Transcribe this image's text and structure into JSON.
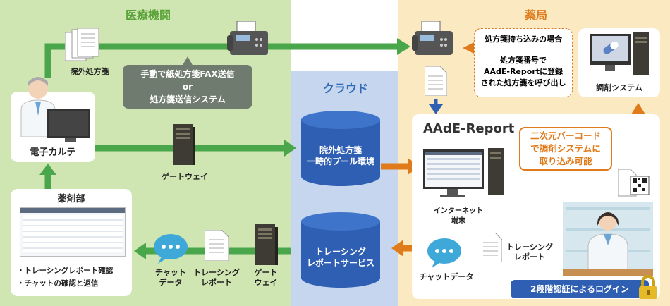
{
  "zones": {
    "medical": {
      "title": "医療機関",
      "bg": "#cfe6b2",
      "title_color": "#5aa33a"
    },
    "cloud": {
      "title": "クラウド",
      "bg": "#c5d6ee",
      "title_color": "#2f6ab8"
    },
    "pharmacy": {
      "title": "薬局",
      "bg": "#fbe9c2",
      "title_color": "#e07b1c"
    }
  },
  "medical": {
    "outpatient_prescription": "院外処方箋",
    "callout_line1": "手動で紙処方箋FAX送信",
    "callout_or": "or",
    "callout_line2": "処方箋送信システム",
    "emr_label": "電子カルテ",
    "gateway_label": "ゲートウェイ",
    "pharmacy_dept": {
      "title": "薬剤部",
      "bullets": [
        "・トレーシングレポート確認",
        "・チャットの確認と返信"
      ]
    },
    "chat_data": [
      "チャット",
      "データ"
    ],
    "tracing_report": [
      "トレーシング",
      "レポート"
    ],
    "gateway2": [
      "ゲート",
      "ウェイ"
    ]
  },
  "cloud": {
    "db1": [
      "院外処方箋",
      "一時的プール環境"
    ],
    "db2": [
      "トレーシング",
      "レポートサービス"
    ]
  },
  "pharmacy": {
    "note_title": "処方箋持ち込みの場合",
    "note_body": [
      "処方箋番号で",
      "AAdE-Reportに登録",
      "された処方箋を呼び出し"
    ],
    "dispensing_system": "調剤システム",
    "aade_title": "AAdE-Report",
    "barcode_note": [
      "二次元バーコード",
      "で調剤システムに",
      "取り込み可能"
    ],
    "terminal": [
      "インターネット",
      "端末"
    ],
    "tracing_report": [
      "トレーシング",
      "レポート"
    ],
    "chat_data": "チャットデータ",
    "login": "2段階認証によるログイン"
  },
  "colors": {
    "green_arrow": "#4aa64a",
    "orange_arrow": "#e07b1c",
    "blue_arrow": "#2f5fb3",
    "cylinder": "#2f5fb3",
    "callout": "#6f7b6f",
    "login_bg": "#2f5fb3",
    "chat_bubble": "#3ea9d9"
  }
}
